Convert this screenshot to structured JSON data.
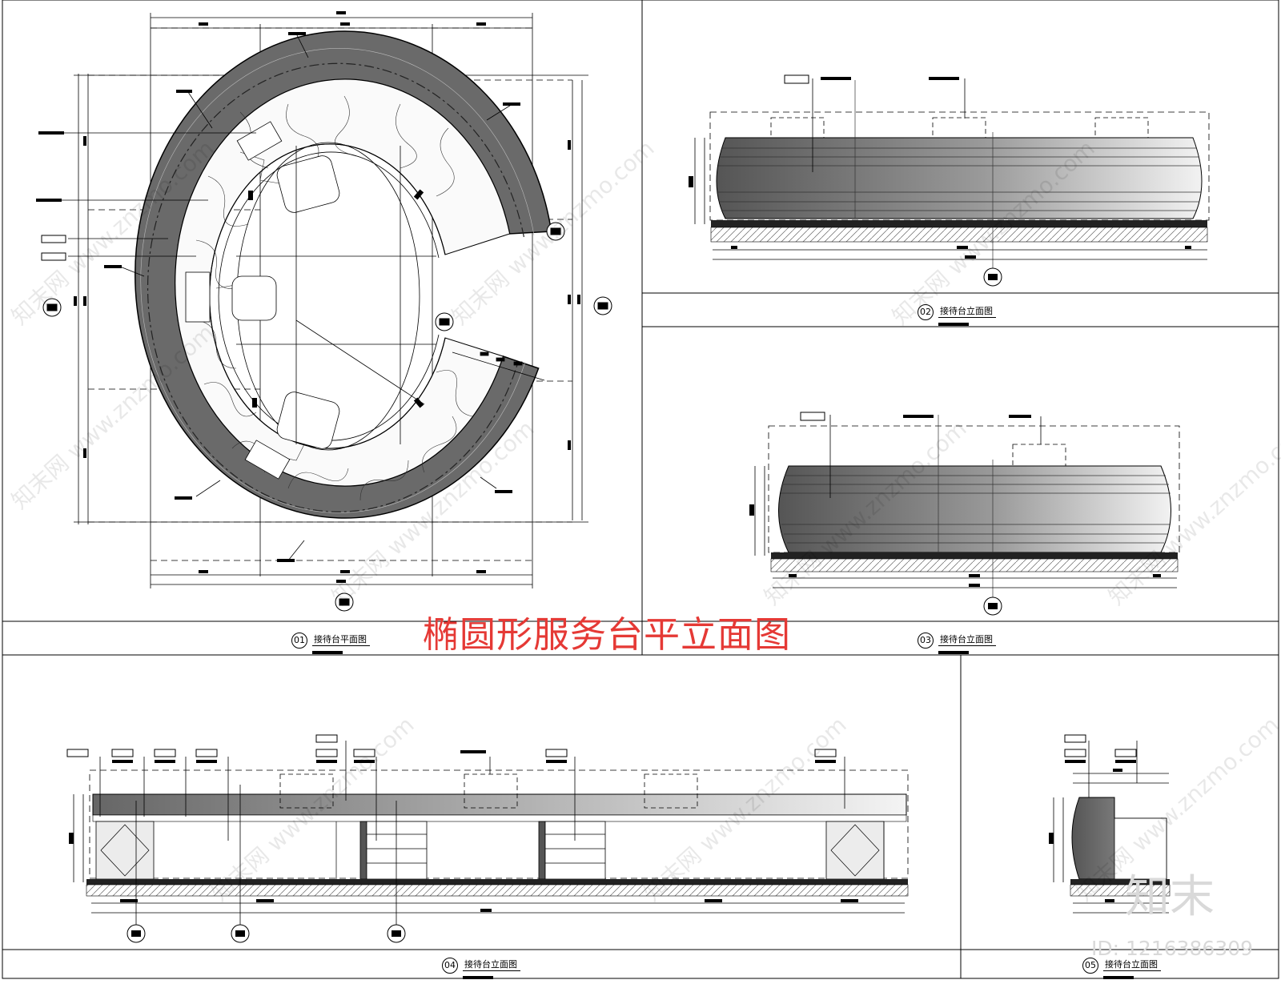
{
  "title": "椭圆形服务台平立面图",
  "views": [
    {
      "num": "01",
      "label": "接待台平面图"
    },
    {
      "num": "02",
      "label": "接待台立面图"
    },
    {
      "num": "03",
      "label": "接待台立面图"
    },
    {
      "num": "04",
      "label": "接待台立面图"
    },
    {
      "num": "05",
      "label": "接待台立面图"
    }
  ],
  "watermark": "知末网 www.znzmo.com",
  "brand": "知末",
  "id_text": "ID: 1216386309",
  "colors": {
    "title": "#e53935",
    "line": "#000000",
    "counter_dark": "#555555",
    "counter_light": "#f0f0f0"
  }
}
